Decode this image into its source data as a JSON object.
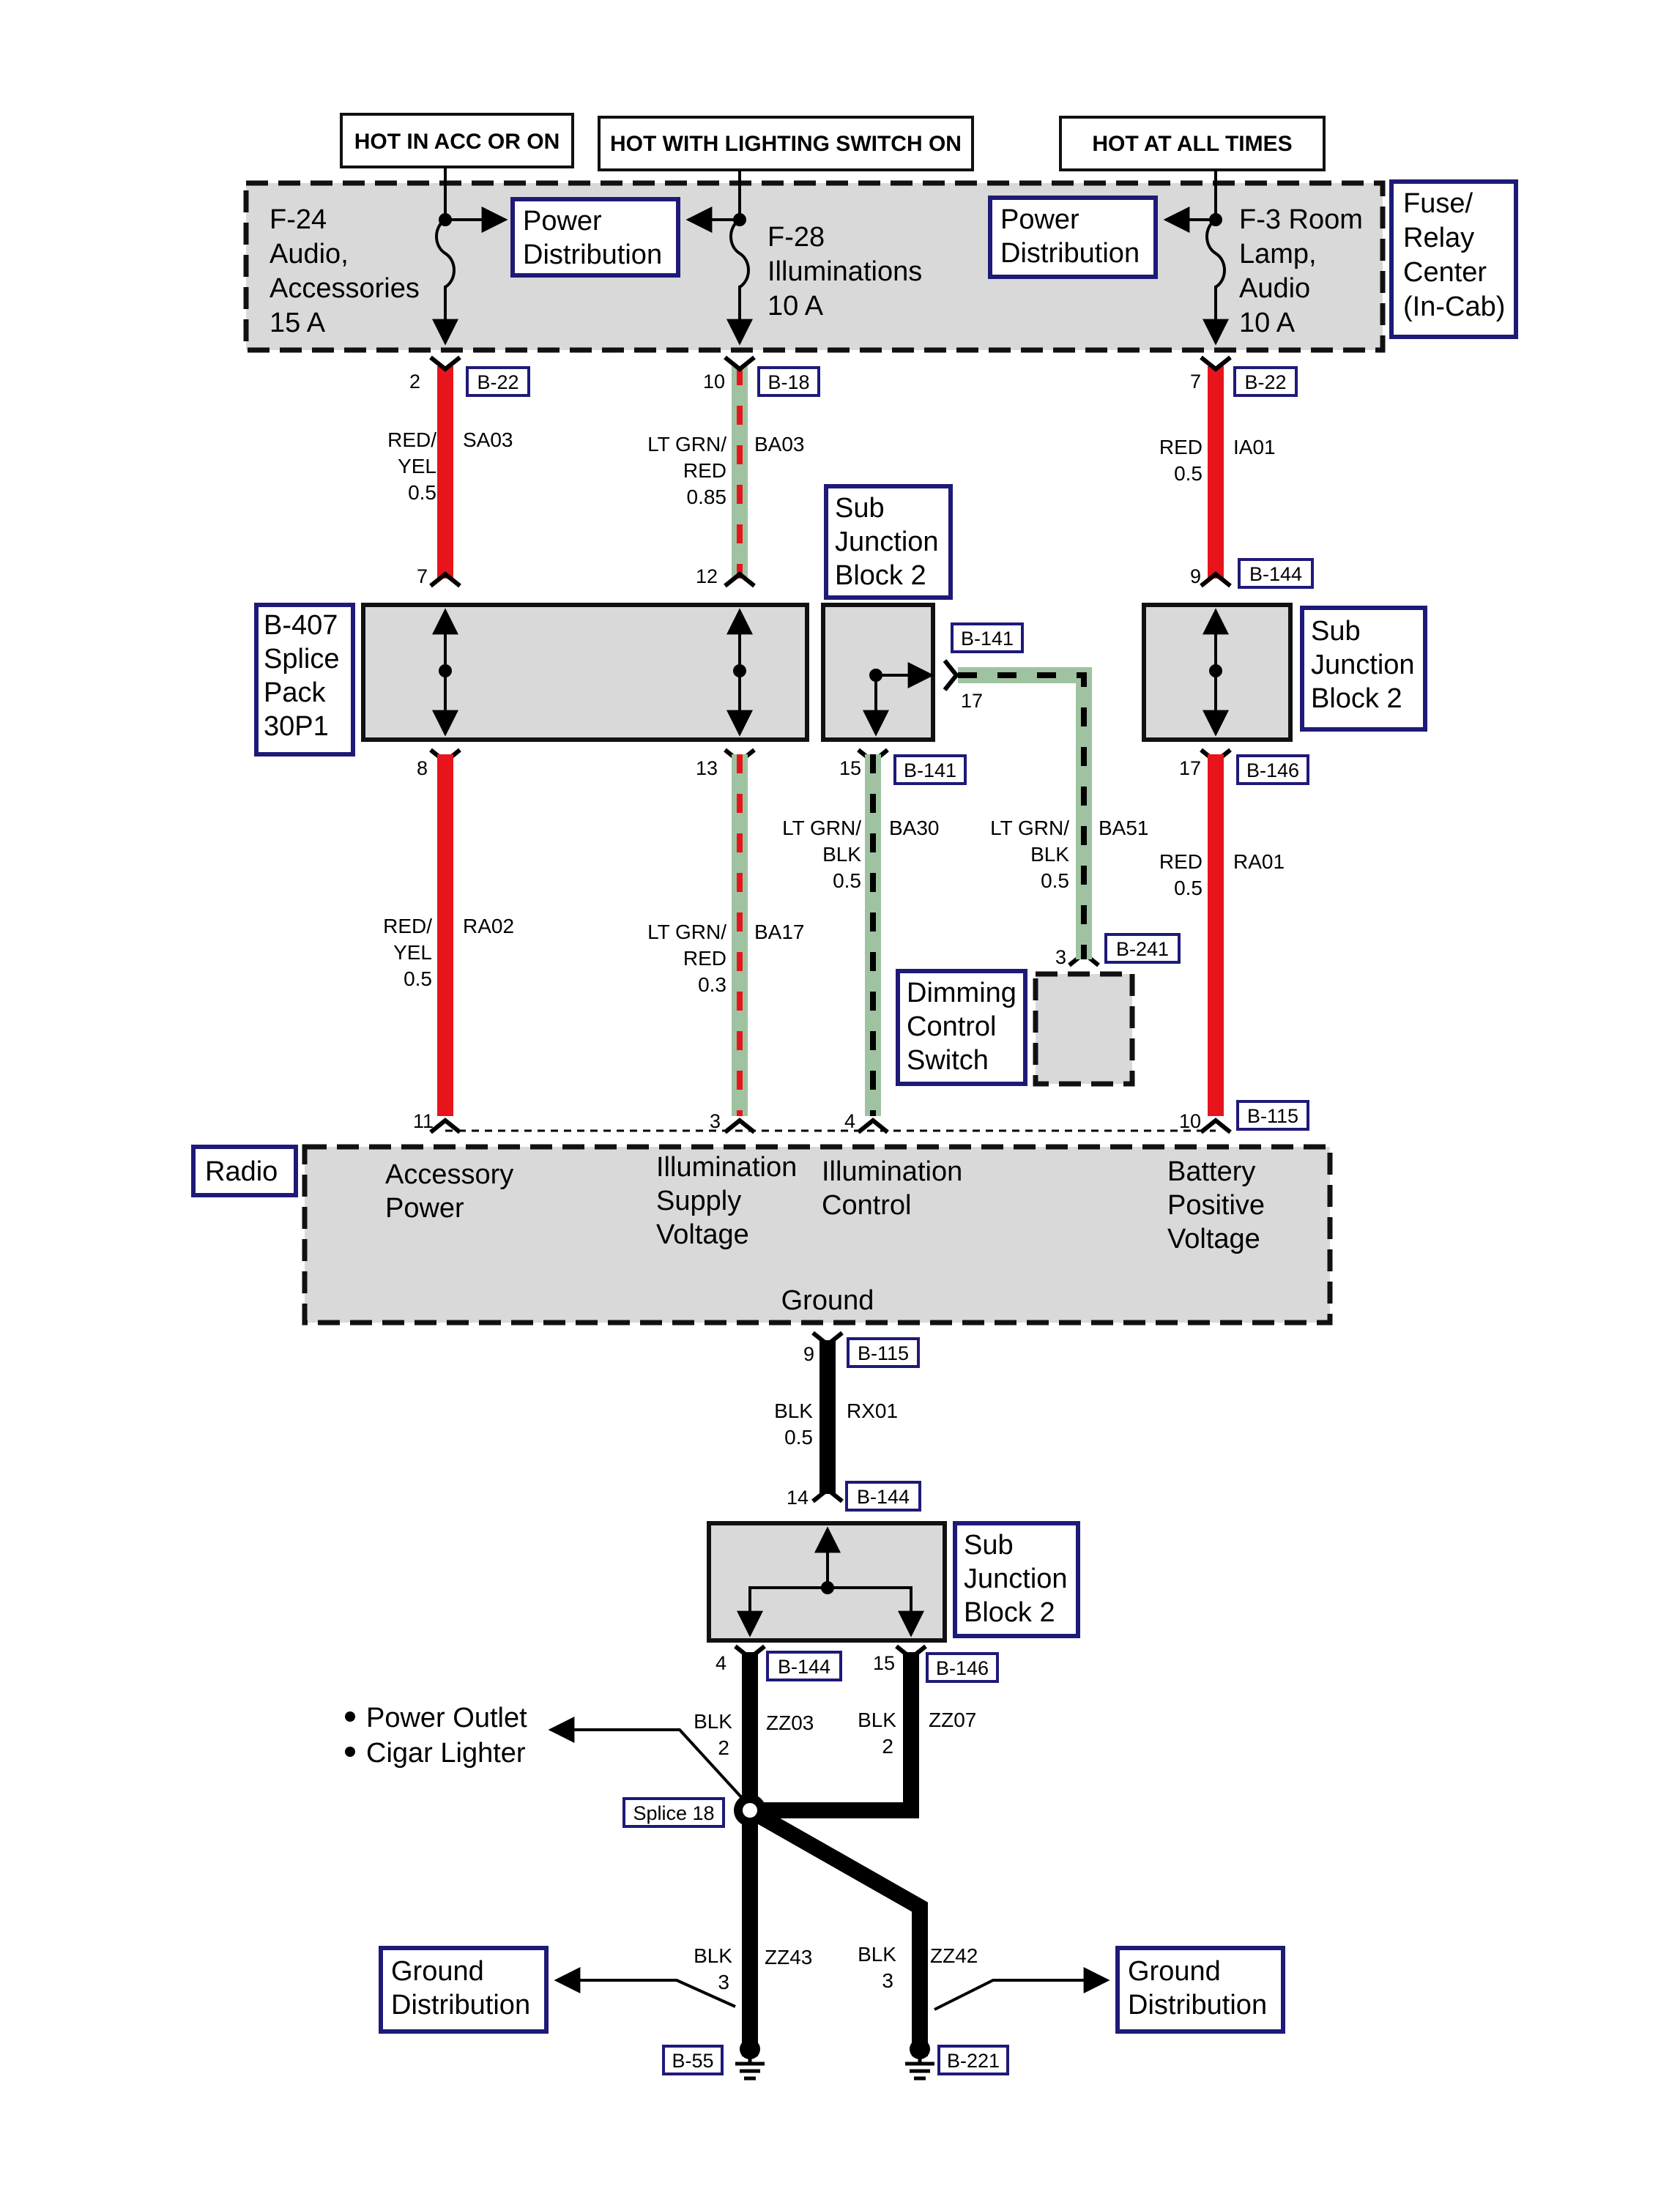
{
  "hot_labels": {
    "acc": "HOT IN ACC OR ON",
    "lighting": "HOT WITH LIGHTING SWITCH ON",
    "always": "HOT AT ALL TIMES"
  },
  "fuse_center": {
    "name": [
      "Fuse/",
      "Relay",
      "Center",
      "(In-Cab)"
    ],
    "f24": [
      "F-24",
      "Audio,",
      "Accessories",
      "15 A"
    ],
    "f28": [
      "F-28",
      "Illuminations",
      "10 A"
    ],
    "f3": [
      "F-3 Room",
      "Lamp,",
      "Audio",
      "10 A"
    ],
    "power_dist_1": [
      "Power",
      "Distribution"
    ],
    "power_dist_2": [
      "Power",
      "Distribution"
    ]
  },
  "connectors": {
    "b22_a": "B-22",
    "b18": "B-18",
    "b22_b": "B-22",
    "b144_a": "B-144",
    "b141_a": "B-141",
    "b141_b": "B-141",
    "b146_a": "B-146",
    "b241": "B-241",
    "b115_a": "B-115",
    "b115_b": "B-115",
    "b144_b": "B-144",
    "b144_c": "B-144",
    "b146_b": "B-146",
    "splice18": "Splice 18",
    "b55": "B-55",
    "b221": "B-221"
  },
  "pins": {
    "p2": "2",
    "p10": "10",
    "p7a": "7",
    "p7b": "7",
    "p12": "12",
    "p9a": "9",
    "p17a": "17",
    "p8": "8",
    "p13": "13",
    "p15a": "15",
    "p17b": "17",
    "p3a": "3",
    "p11": "11",
    "p3b": "3",
    "p4a": "4",
    "p10b": "10",
    "p9b": "9",
    "p14": "14",
    "p4b": "4",
    "p15b": "15"
  },
  "wires": {
    "sa03": {
      "color": [
        "RED/",
        "YEL",
        "0.5"
      ],
      "circuit": "SA03"
    },
    "ba03": {
      "color": [
        "LT GRN/",
        "RED",
        "0.85"
      ],
      "circuit": "BA03"
    },
    "ia01": {
      "color": [
        "RED",
        "0.5"
      ],
      "circuit": "IA01"
    },
    "ra02": {
      "color": [
        "RED/",
        "YEL",
        "0.5"
      ],
      "circuit": "RA02"
    },
    "ba17": {
      "color": [
        "LT GRN/",
        "RED",
        "0.3"
      ],
      "circuit": "BA17"
    },
    "ba30": {
      "color": [
        "LT GRN/",
        "BLK",
        "0.5"
      ],
      "circuit": "BA30"
    },
    "ba51": {
      "color": [
        "LT GRN/",
        "BLK",
        "0.5"
      ],
      "circuit": "BA51"
    },
    "ra01": {
      "color": [
        "RED",
        "0.5"
      ],
      "circuit": "RA01"
    },
    "rx01": {
      "color": [
        "BLK",
        "0.5"
      ],
      "circuit": "RX01"
    },
    "zz03": {
      "color": [
        "BLK",
        "2"
      ],
      "circuit": "ZZ03"
    },
    "zz07": {
      "color": [
        "BLK",
        "2"
      ],
      "circuit": "ZZ07"
    },
    "zz43": {
      "color": [
        "BLK",
        "3"
      ],
      "circuit": "ZZ43"
    },
    "zz42": {
      "color": [
        "BLK",
        "3"
      ],
      "circuit": "ZZ42"
    }
  },
  "components": {
    "splice_pack": [
      "B-407",
      "Splice",
      "Pack",
      "30P1"
    ],
    "sub_jb_a": [
      "Sub",
      "Junction",
      "Block 2"
    ],
    "sub_jb_b": [
      "Sub",
      "Junction",
      "Block 2"
    ],
    "sub_jb_c": [
      "Sub",
      "Junction",
      "Block 2"
    ],
    "dimming": [
      "Dimming",
      "Control",
      "Switch"
    ],
    "radio": "Radio",
    "radio_acc": [
      "Accessory",
      "Power"
    ],
    "radio_illum_supply": [
      "Illumination",
      "Supply",
      "Voltage"
    ],
    "radio_illum_ctrl": [
      "Illumination",
      "Control"
    ],
    "radio_batt": [
      "Battery",
      "Positive",
      "Voltage"
    ],
    "radio_ground": "Ground",
    "power_outlet": "Power Outlet",
    "cigar_lighter": "Cigar Lighter",
    "ground_dist_l": [
      "Ground",
      "Distribution"
    ],
    "ground_dist_r": [
      "Ground",
      "Distribution"
    ]
  },
  "colors": {
    "red_wire": "#e8141c",
    "green_wire": "#9fc3a0",
    "black_wire": "#000000",
    "navy_box": "#1e1a78",
    "component_fill": "#d9d9d9"
  }
}
